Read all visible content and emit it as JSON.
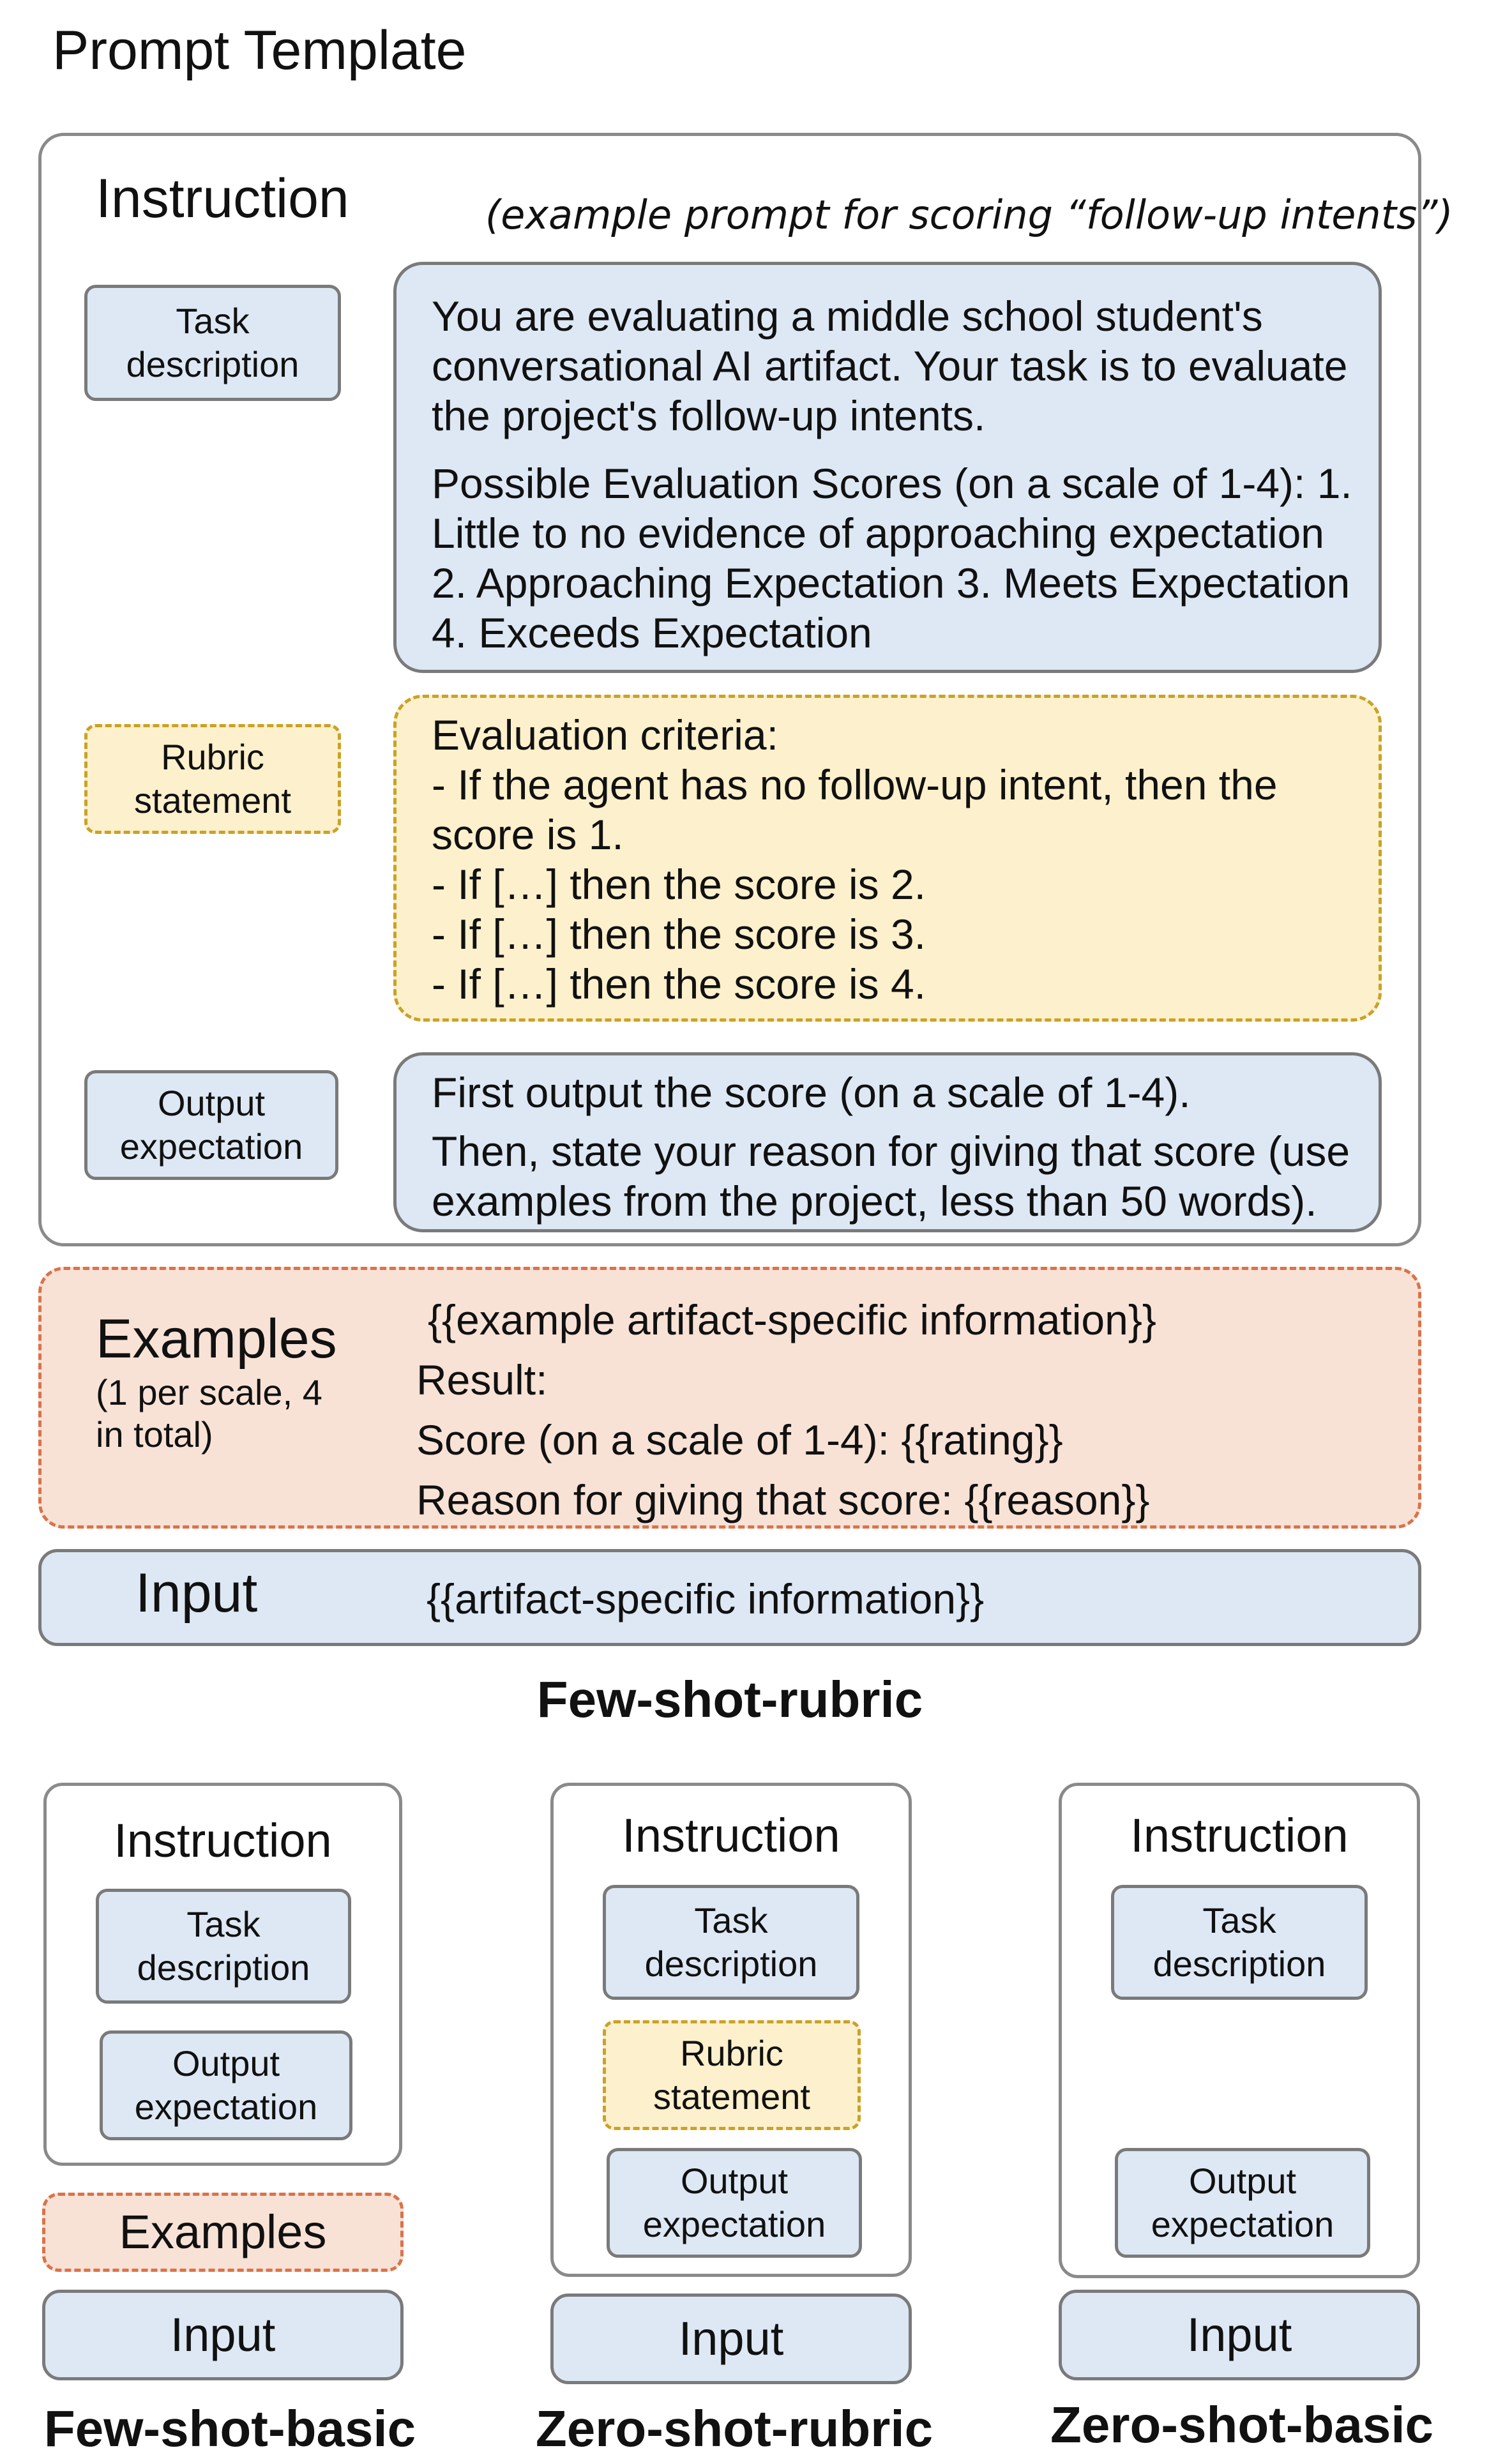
{
  "page_title": "Prompt Template",
  "main": {
    "instruction_header": "Instruction",
    "example_note": "(example prompt for scoring “follow-up intents”)",
    "labels": {
      "task_description": "Task description",
      "rubric_statement": "Rubric statement",
      "output_expectation": "Output expectation"
    },
    "task_text": [
      "You are evaluating a middle school student's conversational AI artifact. Your task is to evaluate the project's follow-up intents.",
      "Possible Evaluation Scores (on a scale of 1-4): 1. Little to no evidence of approaching expectation 2. Approaching Expectation 3. Meets Expectation 4. Exceeds Expectation"
    ],
    "rubric_lines": [
      "Evaluation criteria:",
      "- If the agent has no follow-up intent, then the score is 1.",
      "- If […] then the score is 2.",
      "- If […] then the score is 3.",
      "- If […] then the score is 4."
    ],
    "output_text": [
      "First output the score (on a scale of 1-4).",
      "Then, state your reason for giving that score (use examples from the project, less than 50 words)."
    ],
    "examples": {
      "header": "Examples",
      "sub_line1": "(1 per scale, 4",
      "sub_line2": "in total)",
      "lines": [
        "{{example artifact-specific information}}",
        "Result:",
        "Score (on a scale of 1-4): {{rating}}",
        "Reason for giving that score: {{reason}}"
      ]
    },
    "input": {
      "header": "Input",
      "text": "{{artifact-specific information}}"
    },
    "caption": "Few-shot-rubric"
  },
  "variants": [
    {
      "instruction": "Instruction",
      "task": "Task description",
      "output": "Output expectation",
      "examples": "Examples",
      "input": "Input",
      "caption": "Few-shot-basic"
    },
    {
      "instruction": "Instruction",
      "task": "Task description",
      "rubric": "Rubric statement",
      "output": "Output expectation",
      "input": "Input",
      "caption": "Zero-shot-rubric"
    },
    {
      "instruction": "Instruction",
      "task": "Task description",
      "output": "Output expectation",
      "input": "Input",
      "caption": "Zero-shot-basic"
    }
  ]
}
